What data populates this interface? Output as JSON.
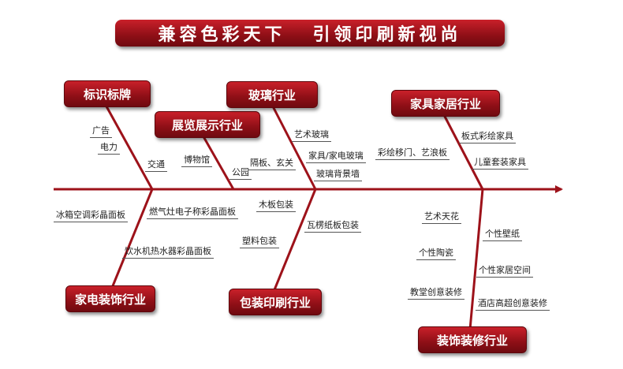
{
  "banner": {
    "left": "兼容色彩天下",
    "right": "引领印刷新视尚"
  },
  "colors": {
    "primary": "#9d121a",
    "label_line": "#555555"
  },
  "categories": {
    "signage": "标识标牌",
    "exhibition": "展览展示行业",
    "glass": "玻璃行业",
    "furniture": "家具家居行业",
    "appliance": "家电装饰行业",
    "packaging": "包装印刷行业",
    "decoration": "装饰装修行业"
  },
  "items": {
    "ad": "广告",
    "power": "电力",
    "traffic": "交通",
    "museum": "博物馆",
    "park": "公园",
    "partition": "隔板、玄关",
    "art_glass": "艺术玻璃",
    "furniture_glass": "家具/家电玻璃",
    "glass_wall": "玻璃背景墙",
    "color_door": "彩绘移门、艺浪板",
    "painted_furniture": "板式彩绘家具",
    "kids_furniture": "儿童套装家具",
    "fridge_panel": "冰箱空调彩晶面板",
    "stove_panel": "燃气灶电子称彩晶面板",
    "heater_panel": "饮水机热水器彩晶面板",
    "wood_pack": "木板包装",
    "plastic_pack": "塑料包装",
    "carton_pack": "瓦楞纸板包装",
    "ceiling": "艺术天花",
    "ceramic": "个性陶瓷",
    "church": "教堂创意装修",
    "wallpaper": "个性壁纸",
    "home_space": "个性家居空间",
    "hotel": "酒店高超创意装修"
  }
}
